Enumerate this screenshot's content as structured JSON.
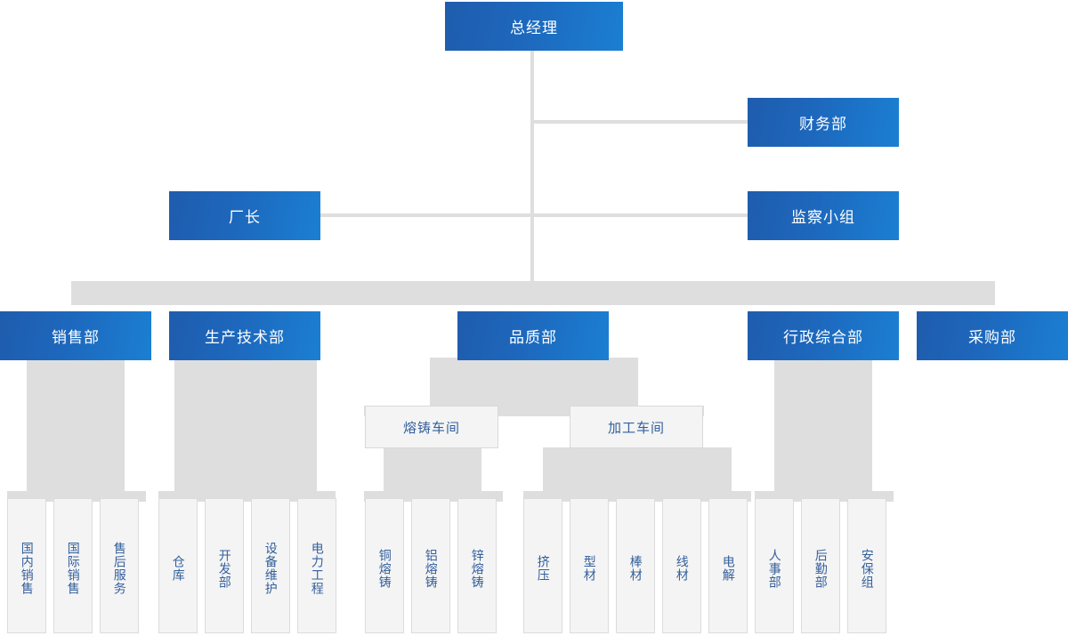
{
  "chart": {
    "title_node": {
      "label": "总经理"
    },
    "staff_nodes": [
      {
        "label": "财务部"
      },
      {
        "label": "监察小组"
      }
    ],
    "factory_director": {
      "label": "厂长"
    },
    "departments": [
      {
        "label": "销售部"
      },
      {
        "label": "生产技术部"
      },
      {
        "label": "品质部"
      },
      {
        "label": "行政综合部"
      },
      {
        "label": "采购部"
      }
    ],
    "workshops": [
      {
        "label": "熔铸车间"
      },
      {
        "label": "加工车间"
      }
    ],
    "sales_units": [
      {
        "label": "国内销售"
      },
      {
        "label": "国际销售"
      },
      {
        "label": "售后服务"
      }
    ],
    "production_units": [
      {
        "label": "仓库"
      },
      {
        "label": "开发部"
      },
      {
        "label": "设备维护"
      },
      {
        "label": "电力工程"
      }
    ],
    "casting_units": [
      {
        "label": "铜熔铸"
      },
      {
        "label": "铝熔铸"
      },
      {
        "label": "锌熔铸"
      }
    ],
    "processing_units": [
      {
        "label": "挤压"
      },
      {
        "label": "型材"
      },
      {
        "label": "棒材"
      },
      {
        "label": "线材"
      },
      {
        "label": "电解"
      }
    ],
    "admin_units": [
      {
        "label": "人事部"
      },
      {
        "label": "后勤部"
      },
      {
        "label": "安保组"
      }
    ],
    "colors": {
      "box_blue_dark": "#1f5cad",
      "box_blue_light": "#1b7fd2",
      "box_blue_text": "#ffffff",
      "leaf_fill": "#f4f4f4",
      "leaf_border": "#dcdcdc",
      "leaf_text": "#34609c",
      "connector_grey": "#dedede",
      "background": "#ffffff"
    }
  }
}
